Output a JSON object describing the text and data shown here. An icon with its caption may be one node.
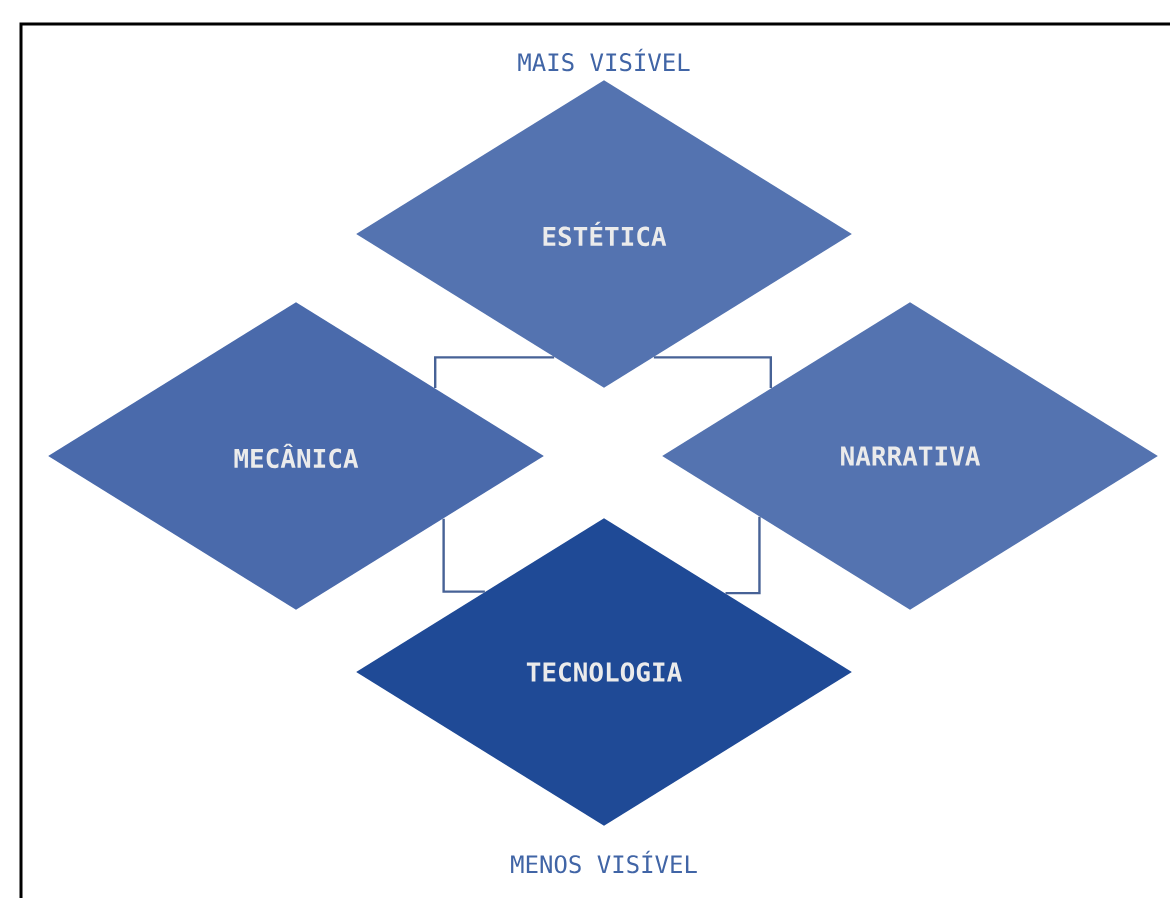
{
  "diagram": {
    "nodes": [
      {
        "text": [
          "ESTÉTICA"
        ]
      },
      {
        "text": [
          "MECÂNICA"
        ]
      },
      {
        "text": [
          "NARRATIVA"
        ]
      },
      {
        "text": [
          "TECNOLOGIA"
        ]
      }
    ],
    "edges": [
      {
        "from": 1,
        "to": 0,
        "arrow": "none"
      },
      {
        "from": 0,
        "to": 2,
        "arrow": "none"
      },
      {
        "from": 2,
        "to": 3,
        "arrow": "none"
      },
      {
        "from": 3,
        "to": 1,
        "arrow": "none"
      }
    ],
    "labels": [
      "MAIS VISÍVEL",
      "MENOS VISÍVEL"
    ]
  }
}
